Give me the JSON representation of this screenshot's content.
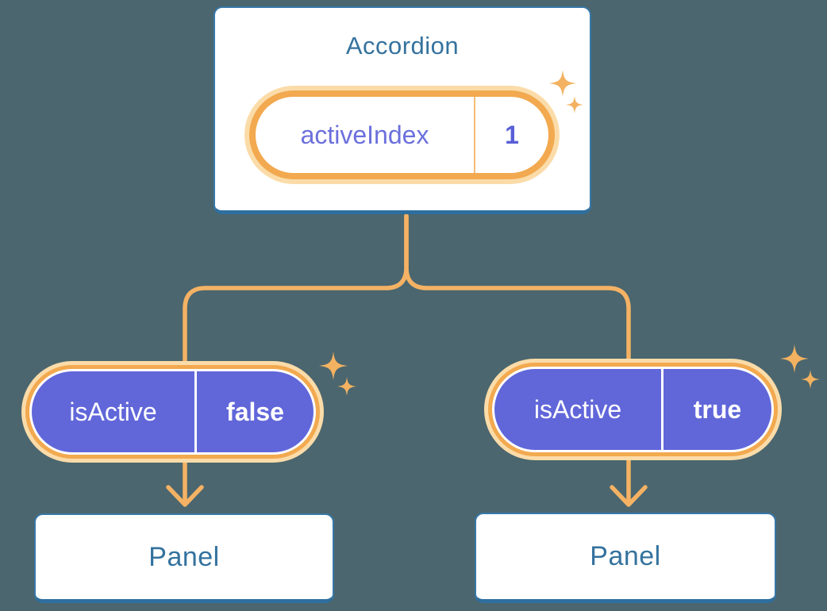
{
  "page": {
    "background_color": "#4B666E"
  },
  "colors": {
    "accent_orange": "#F2A94F",
    "accent_orange_light": "#FBDCA9",
    "connector_orange": "#F5B264",
    "sparkle_orange": "#F3B261",
    "purple_pill": "#6167D9",
    "blue_text": "#35729E",
    "purple_text": "#6B70DC",
    "card_border": "#3778A9",
    "card_border_bottom": "#2E6F9F",
    "card_background": "#FFFFFF"
  },
  "icons": {
    "sparkle": "sparkle-icon",
    "arrow_down": "arrow-down-icon"
  },
  "diagram": {
    "root": {
      "title": "Accordion",
      "state_pill": {
        "label": "activeIndex",
        "value": "1"
      }
    },
    "children": [
      {
        "prop_pill": {
          "label": "isActive",
          "value": "false"
        },
        "panel_title": "Panel"
      },
      {
        "prop_pill": {
          "label": "isActive",
          "value": "true"
        },
        "panel_title": "Panel"
      }
    ]
  }
}
